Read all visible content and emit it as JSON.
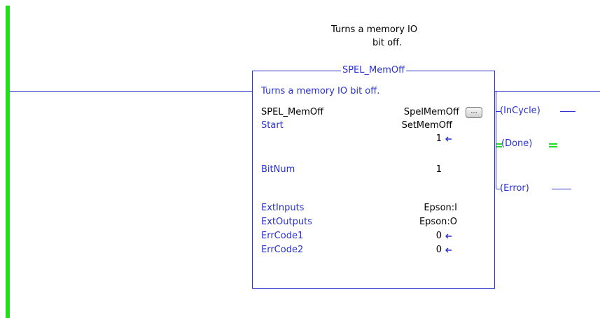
{
  "rung_comment": {
    "line1": "Turns a memory IO",
    "line2": "bit off."
  },
  "block": {
    "title": "SPEL_MemOff",
    "description": "Turns a memory IO bit off.",
    "instance_label": "SPEL_MemOff",
    "instance_value": "SpelMemOff",
    "browse_button_label": "...",
    "params": {
      "start": {
        "label": "Start",
        "value": "SetMemOff",
        "live_value": "1"
      },
      "bitnum": {
        "label": "BitNum",
        "value": "1"
      },
      "extinputs": {
        "label": "ExtInputs",
        "value": "Epson:I"
      },
      "extoutputs": {
        "label": "ExtOutputs",
        "value": "Epson:O"
      },
      "errcode1": {
        "label": "ErrCode1",
        "value": "0"
      },
      "errcode2": {
        "label": "ErrCode2",
        "value": "0"
      }
    }
  },
  "outputs": {
    "incycle": "InCycle",
    "done": "Done",
    "error": "Error"
  },
  "colors": {
    "wire": "#2a32d0",
    "power_rail": "#22dd22",
    "energized": "#22dd22"
  }
}
